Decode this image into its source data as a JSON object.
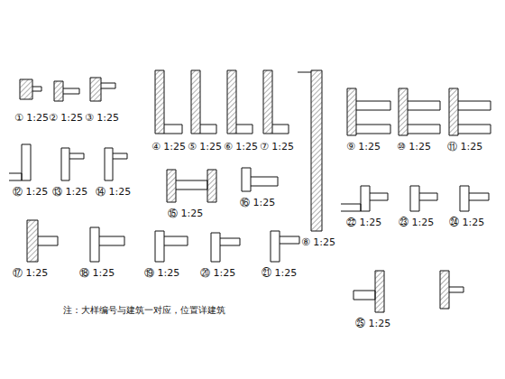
{
  "diagram": {
    "labels": [
      "① 1:25",
      "② 1:25",
      "③ 1:25",
      "④ 1:25",
      "⑤ 1:25",
      "⑥ 1:25",
      "⑦ 1:25",
      "⑧ 1:25",
      "⑨ 1:25",
      "⑩ 1:25",
      "⑪ 1:25",
      "⑫ 1:25",
      "⑬ 1:25",
      "⑭ 1:25",
      "⑮ 1:25",
      "⑯ 1:25",
      "⑰ 1:25",
      "⑱ 1:25",
      "⑲ 1:25",
      "⑳ 1:25",
      "㉑ 1:25",
      "㉒ 1:25",
      "㉓ 1:25",
      "㉔ 1:25",
      "㉕ 1:25",
      "注：大样编号与建筑一对应，位置详建筑"
    ]
  }
}
